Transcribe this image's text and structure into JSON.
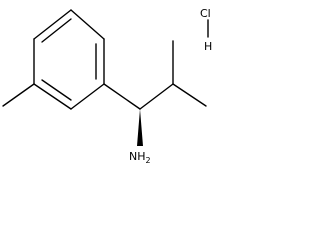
{
  "structure": {
    "atoms": {
      "amine": {
        "main": "NH",
        "subscript": "2"
      },
      "salt_cl": "Cl",
      "salt_h": "H"
    }
  },
  "colors": {
    "ink": "#000000",
    "background": "#ffffff"
  }
}
